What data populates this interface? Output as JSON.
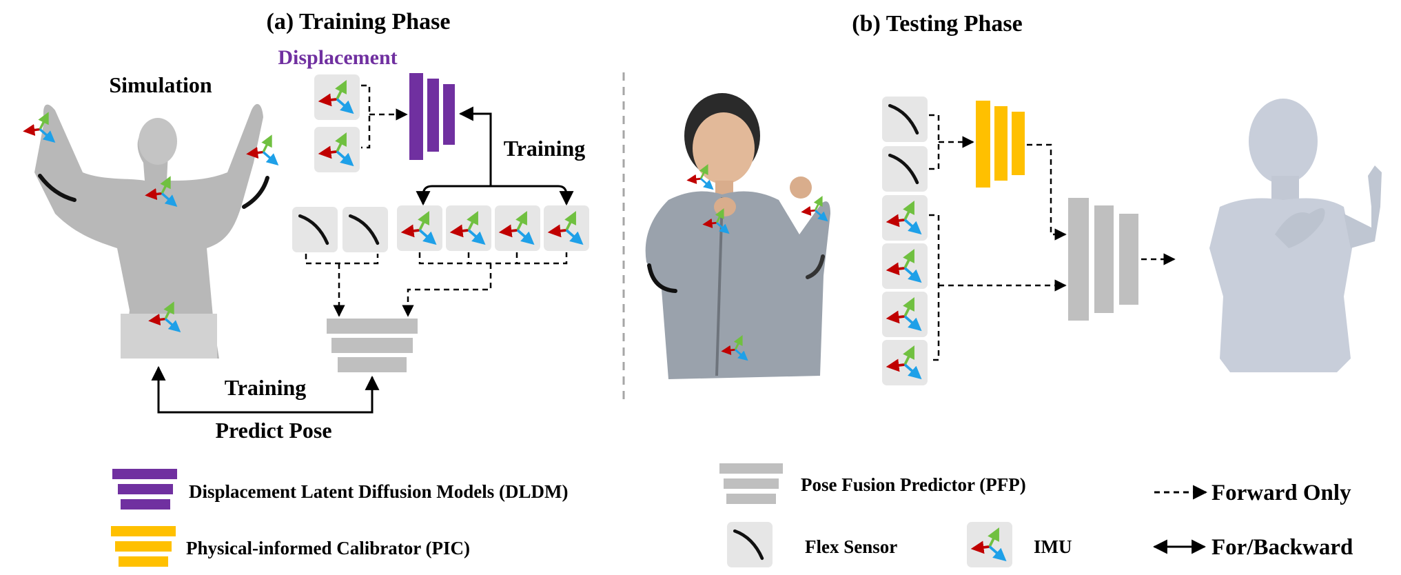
{
  "training": {
    "phase_title": "(a) Training Phase",
    "simulation_label": "Simulation",
    "displacement_label": "Displacement",
    "training_label_right": "Training",
    "training_label_bottom": "Training",
    "predict_pose_label": "Predict Pose"
  },
  "testing": {
    "phase_title": "(b) Testing Phase"
  },
  "legend": {
    "dldm": "Displacement Latent Diffusion Models (DLDM)",
    "pic": "Physical-informed Calibrator (PIC)",
    "pfp": "Pose Fusion Predictor (PFP)",
    "flex": "Flex Sensor",
    "imu": "IMU",
    "forward_only": "Forward Only",
    "for_backward": "For/Backward"
  },
  "colors": {
    "dldm": "#7030A0",
    "pic": "#FFC000",
    "pfp": "#BFBFBF",
    "imu_red": "#C00000",
    "imu_green": "#70C040",
    "imu_blue": "#1EA0E8",
    "tile": "#E6E6E6"
  }
}
